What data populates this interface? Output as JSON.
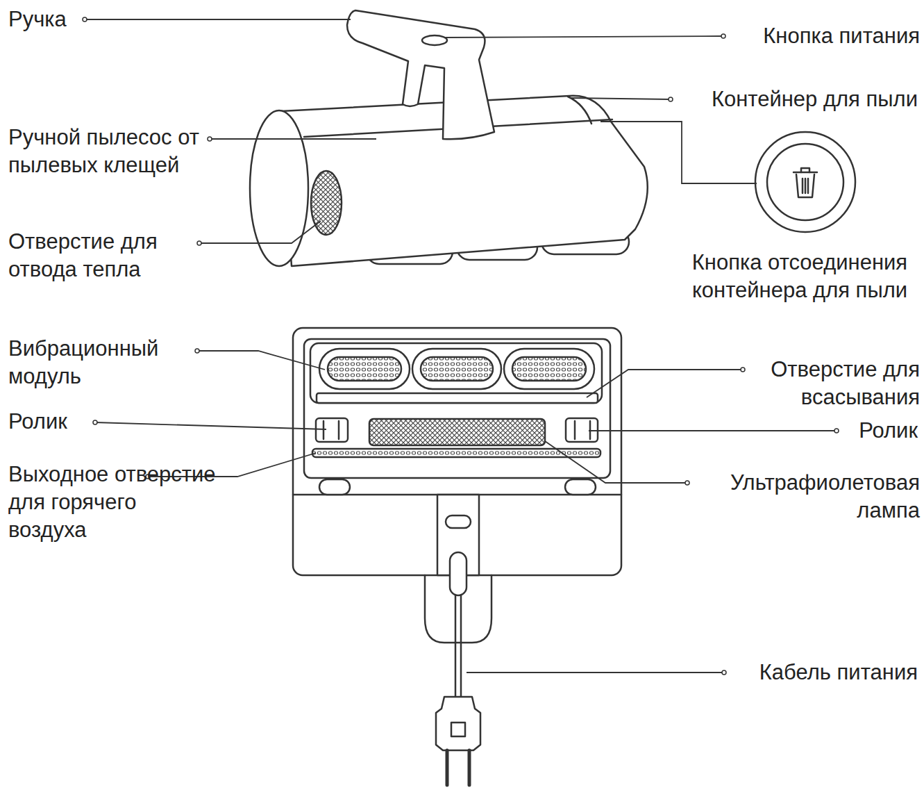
{
  "diagram": {
    "labels": [
      "Ручка",
      "Кнопка питания",
      "Контейнер для пыли",
      "Ручной пылесос от пылевых клещей",
      "Отверстие для отвода тепла",
      "Кнопка отсоединения контейнера для пыли",
      "Вибрационный модуль",
      "Отверстие для всасывания",
      "Ролик",
      "Ролик",
      "Выходное отверстие для горячего воздуха",
      "Ультрафиолетовая лампа",
      "Кабель питания"
    ]
  }
}
